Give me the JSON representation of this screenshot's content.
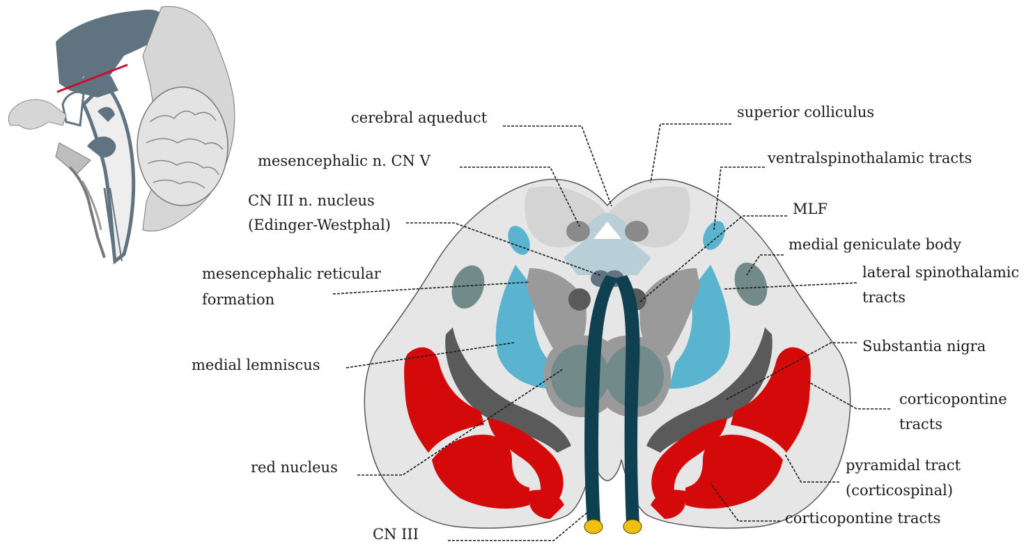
{
  "labels": {
    "cerebral_aqueduct": "cerebral aqueduct",
    "superior_colliculus": "superior colliculus",
    "mesencephalic_n_cn_v": "mesencephalic n. CN V",
    "ventralspinothalamic_tracts": "ventralspinothalamic tracts",
    "cn_iii_nucleus_line1": "CN III n. nucleus",
    "cn_iii_nucleus_line2": "(Edinger-Westphal)",
    "mlf": "MLF",
    "medial_geniculate_body": "medial geniculate body",
    "mesencephalic_reticular_line1": "mesencephalic reticular",
    "mesencephalic_reticular_line2": "formation",
    "lateral_spinothalamic_line1": "lateral spinothalamic",
    "lateral_spinothalamic_line2": "tracts",
    "substantia_nigra": "Substantia nigra",
    "medial_lemniscus": "medial lemniscus",
    "corticopontine_right_line1": "corticopontine",
    "corticopontine_right_line2": "tracts",
    "red_nucleus": "red nucleus",
    "pyramidal_tract_line1": "pyramidal tract",
    "pyramidal_tract_line2": "(corticospinal)",
    "corticopontine_bottom": "corticopontine tracts",
    "cn_iii": "CN III"
  },
  "colors": {
    "outline": "#555555",
    "background_fill": "#e8e8e8",
    "light_gray": "#d4d4d4",
    "mid_gray": "#9a9a9a",
    "dark_gray": "#5a5a5a",
    "dark_teal": "#0e4050",
    "blue_tracts": "#5ab4d0",
    "pale_blue": "#b8cfd8",
    "red_tracts": "#d40a0a",
    "nerve_tip": "#f0c010",
    "sagittal_gray": "#5f7480",
    "cut_line": "#c8102e"
  }
}
